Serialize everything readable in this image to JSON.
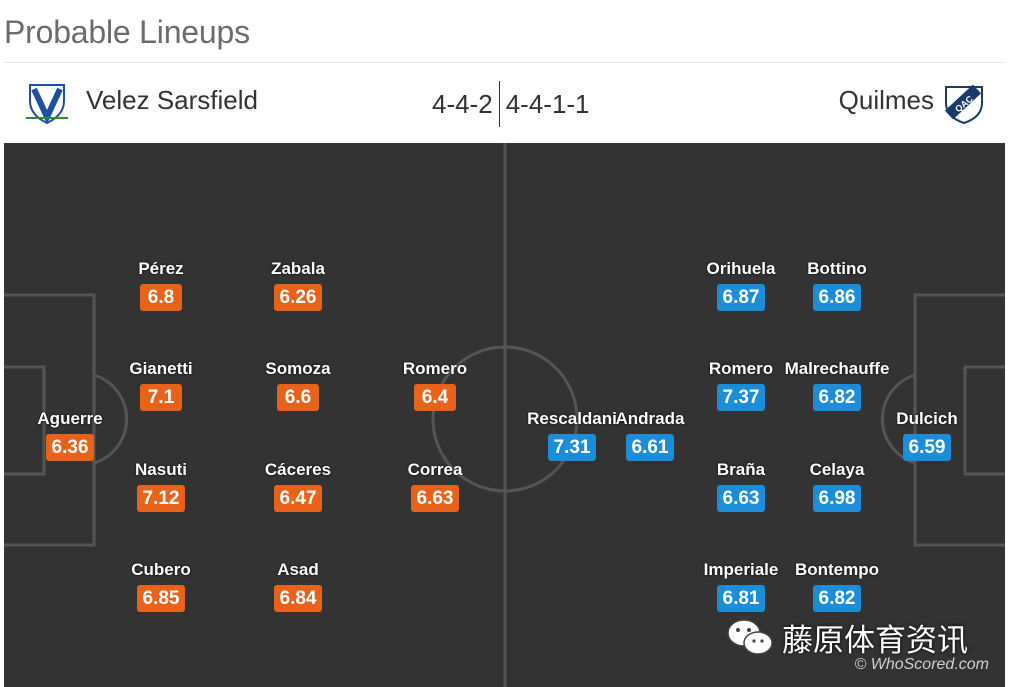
{
  "page_title": "Probable Lineups",
  "home": {
    "name": "Velez Sarsfield",
    "formation": "4-4-2",
    "players": [
      {
        "name": "Aguerre",
        "rating": "6.36"
      },
      {
        "name": "Pérez",
        "rating": "6.8"
      },
      {
        "name": "Gianetti",
        "rating": "7.1"
      },
      {
        "name": "Nasuti",
        "rating": "7.12"
      },
      {
        "name": "Cubero",
        "rating": "6.85"
      },
      {
        "name": "Zabala",
        "rating": "6.26"
      },
      {
        "name": "Somoza",
        "rating": "6.6"
      },
      {
        "name": "Cáceres",
        "rating": "6.47"
      },
      {
        "name": "Asad",
        "rating": "6.84"
      },
      {
        "name": "Romero",
        "rating": "6.4"
      },
      {
        "name": "Correa",
        "rating": "6.63"
      }
    ]
  },
  "away": {
    "name": "Quilmes",
    "formation": "4-4-1-1",
    "crest_text": "QAC",
    "players": [
      {
        "name": "Dulcich",
        "rating": "6.59"
      },
      {
        "name": "Bottino",
        "rating": "6.86"
      },
      {
        "name": "Malrechauffe",
        "rating": "6.82"
      },
      {
        "name": "Celaya",
        "rating": "6.98"
      },
      {
        "name": "Bontempo",
        "rating": "6.82"
      },
      {
        "name": "Orihuela",
        "rating": "6.87"
      },
      {
        "name": "Romero",
        "rating": "7.37"
      },
      {
        "name": "Braña",
        "rating": "6.63"
      },
      {
        "name": "Imperiale",
        "rating": "6.81"
      },
      {
        "name": "Andrada",
        "rating": "6.61"
      },
      {
        "name": "Rescaldani",
        "rating": "7.31"
      }
    ]
  },
  "watermark": {
    "text": "藤原体育资讯",
    "icon": "wechat-icon"
  },
  "credit": "© WhoScored.com",
  "colors": {
    "home_rating": "#e8621a",
    "away_rating": "#1c8dd8",
    "pitch": "#333333"
  }
}
